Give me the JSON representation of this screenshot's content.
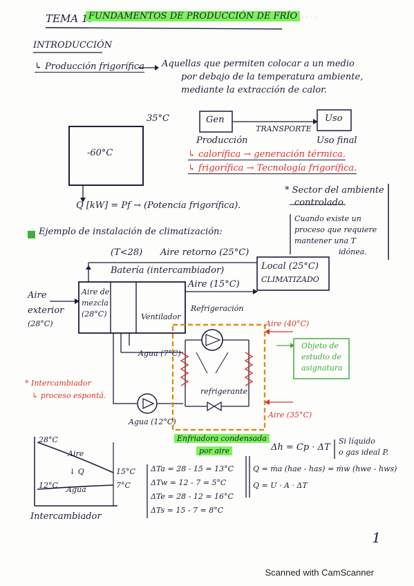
{
  "header": {
    "tema": "TEMA 1.",
    "title": "FUNDAMENTOS DE PRODUCCIÓN DE FRÍO"
  },
  "intro": {
    "heading": "INTRODUCCIÓN",
    "produccion_label": "↳ Producción frigorífica",
    "def_line1": "Aquellas que permiten colocar a un medio",
    "def_line2": "por debajo de la temperatura ambiente,",
    "def_line3": "mediante la extracción de calor."
  },
  "box_diagram": {
    "outer_temp": "35°C",
    "inner_temp": "-60°C",
    "q_formula": "Q [kW] = Pf → (Potencia frigorífica)."
  },
  "flow": {
    "gen": "Gen",
    "transporte": "TRANSPORTE",
    "uso": "Uso",
    "produccion": "Producción",
    "uso_final": "Uso final",
    "calorifica": "↳ calorífica → generación térmica.",
    "frigorifica": "↳ frigorífica → Tecnología frigorífica."
  },
  "sector": {
    "line1": "* Sector del ambiente",
    "line2": "controlado",
    "line3": "Cuando existe un",
    "line4": "proceso que requiere",
    "line5": "mantener una T",
    "line6": "idónea."
  },
  "example": {
    "heading": "Ejemplo de instalación de climatización:",
    "t_cond": "(T<28)",
    "aire_retorno": "Aire retorno (25°C)",
    "bateria": "Batería (intercambiador)",
    "aire_exterior_1": "Aire",
    "aire_exterior_2": "exterior",
    "aire_exterior_3": "(28°C)",
    "aire_mezcla_1": "Aire de",
    "aire_mezcla_2": "mezcla",
    "aire_mezcla_3": "(28°C)",
    "ventilador": "Ventilador",
    "aire_15": "Aire (15°C)",
    "refrigeracion": "Refrigeración",
    "local_1": "Local (25°C)",
    "local_2": "CLIMATIZADO",
    "agua_7": "Agua (7°C)",
    "agua_12": "Agua (12°C)",
    "aire_40": "Aire (40°C)",
    "aire_35": "Aire (35°C)",
    "refrigerante": "refrigerante",
    "objeto_1": "Objeto de",
    "objeto_2": "estudio de",
    "objeto_3": "asignatura",
    "intercambiador_1": "* Intercambiador",
    "intercambiador_2": "↳ proceso espontá.",
    "enfriadora_1": "Enfriadora condensada",
    "enfriadora_2": "por aire"
  },
  "graph": {
    "t28": "28°C",
    "t15": "15°C",
    "t12": "12°C",
    "t7": "7°C",
    "aire": "Aire",
    "agua": "Agua",
    "q": "↓ Q",
    "caption": "Intercambiador"
  },
  "deltas": {
    "d1": "ΔTa = 28 - 15 = 13°C",
    "d2": "ΔTw = 12 - 7 = 5°C",
    "d3": "ΔTe = 28 - 12 = 16°C",
    "d4": "ΔTs = 15 - 7 = 8°C"
  },
  "equations": {
    "dh": "Δh = Cp · ΔT",
    "liquido_1": "Si líquido",
    "liquido_2": "o gas ideal P.",
    "q1": "Q = ṁa (hae - has) = ṁw (hwe - hws)",
    "q2": "Q = U · A · ΔT"
  },
  "page_number": "1",
  "footer": "Scanned with CamScanner",
  "colors": {
    "ink": "#1c1c3a",
    "highlight_green": "#7cf25a",
    "red_ink": "#d8342c",
    "dashed_orange": "#e08a1e",
    "green_box": "#3fae3c"
  }
}
